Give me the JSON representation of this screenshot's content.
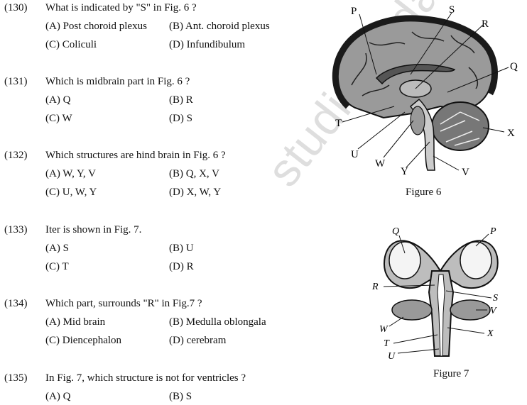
{
  "questions": [
    {
      "num": "(130)",
      "text": "What is indicated by \"S\" in Fig. 6 ?",
      "options": [
        "(A) Post choroid plexus",
        "(B) Ant. choroid plexus",
        "(C) Coliculi",
        "(D) Infundibulum"
      ]
    },
    {
      "num": "(131)",
      "text": "Which is midbrain part in Fig. 6 ?",
      "options": [
        "(A) Q",
        "(B) R",
        "(C) W",
        "(D) S"
      ]
    },
    {
      "num": "(132)",
      "text": "Which structures are hind brain in Fig. 6 ?",
      "options": [
        "(A) W, Y, V",
        "(B) Q, X, V",
        "(C) U, W, Y",
        "(D) X, W, Y"
      ]
    },
    {
      "num": "(133)",
      "text": "Iter is shown in Fig. 7.",
      "options": [
        "(A) S",
        "(B) U",
        "(C) T",
        "(D) R"
      ]
    },
    {
      "num": "(134)",
      "text": "Which part, surrounds \"R\" in Fig.7 ?",
      "options": [
        "(A) Mid brain",
        "(B) Medulla oblongala",
        "(C) Diencephalon",
        "(D)  cerebram"
      ]
    },
    {
      "num": "(135)",
      "text": "In Fig. 7, which structure is not for ventricles ?",
      "options": [
        "(A) Q",
        "(B) S"
      ]
    }
  ],
  "figure6": {
    "caption": "Figure 6",
    "labels": {
      "P": "P",
      "S": "S",
      "R": "R",
      "Q": "Q",
      "T": "T",
      "X": "X",
      "U": "U",
      "W": "W",
      "Y": "Y",
      "V": "V"
    }
  },
  "figure7": {
    "caption": "Figure 7",
    "labels": {
      "Q": "Q",
      "P": "P",
      "R": "R",
      "S": "S",
      "V": "V",
      "W": "W",
      "X": "X",
      "T": "T",
      "U": "U"
    }
  },
  "watermark": "studiestoday.com"
}
